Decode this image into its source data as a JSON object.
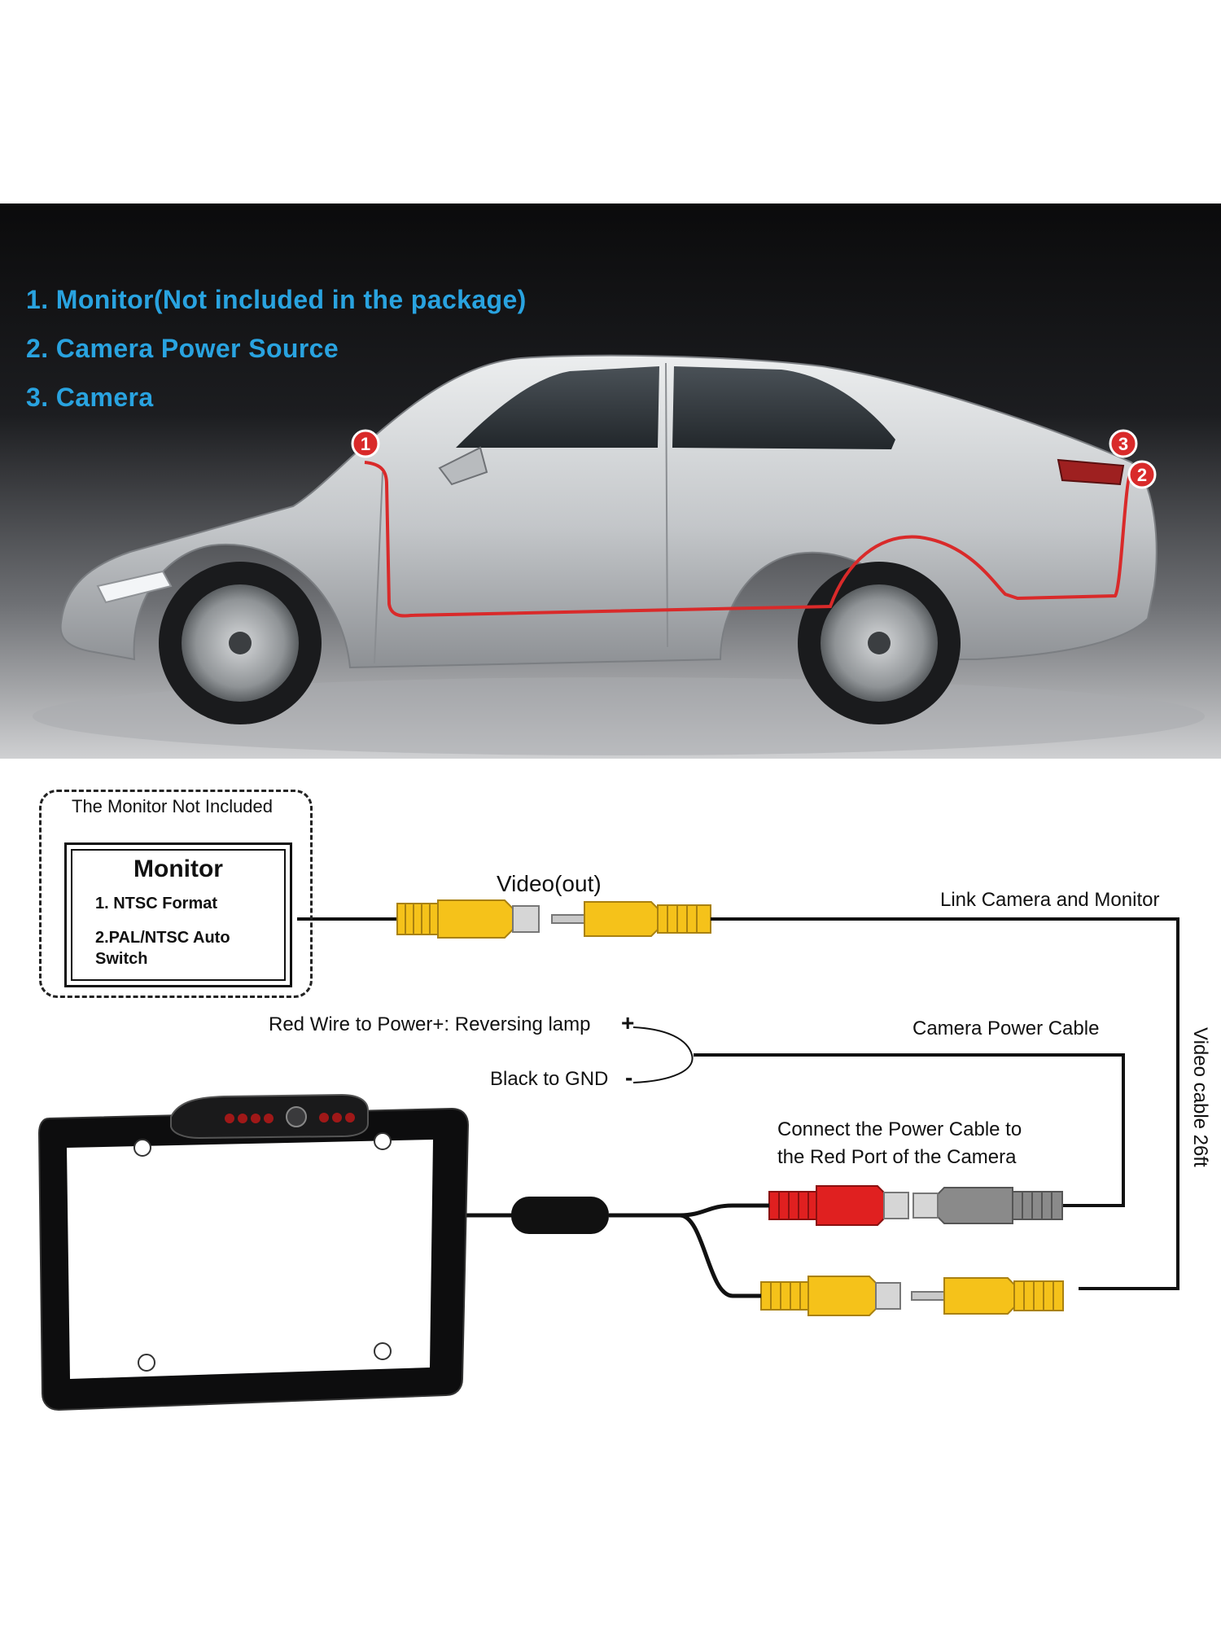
{
  "photo": {
    "legend": [
      "1. Monitor(Not included in the package)",
      "2. Camera Power Source",
      "3. Camera"
    ],
    "markers": [
      "1",
      "3",
      "2"
    ],
    "marker_color": "#d92a2a",
    "car_color": "#c9cbce"
  },
  "diagram": {
    "monitor_group_label": "The Monitor Not Included",
    "monitor_title": "Monitor",
    "monitor_feature_1": "1. NTSC Format",
    "monitor_feature_2": "2.PAL/NTSC Auto Switch",
    "video_out_label": "Video(out)",
    "link_label": "Link Camera and Monitor",
    "red_wire_label": "Red Wire to Power+: Reversing lamp",
    "plus_sign": "+",
    "black_wire_label": "Black to GND",
    "minus_sign": "-",
    "power_cable_label": "Camera Power Cable",
    "video_cable_label": "Video cable 26ft",
    "connect_power_line1": "Connect the Power Cable to",
    "connect_power_line2": "the Red Port of the Camera",
    "colors": {
      "video_plug": "#f5c21a",
      "power_plug": "#e02020",
      "gray_plug": "#8a8a8a",
      "cable": "#111111"
    }
  }
}
